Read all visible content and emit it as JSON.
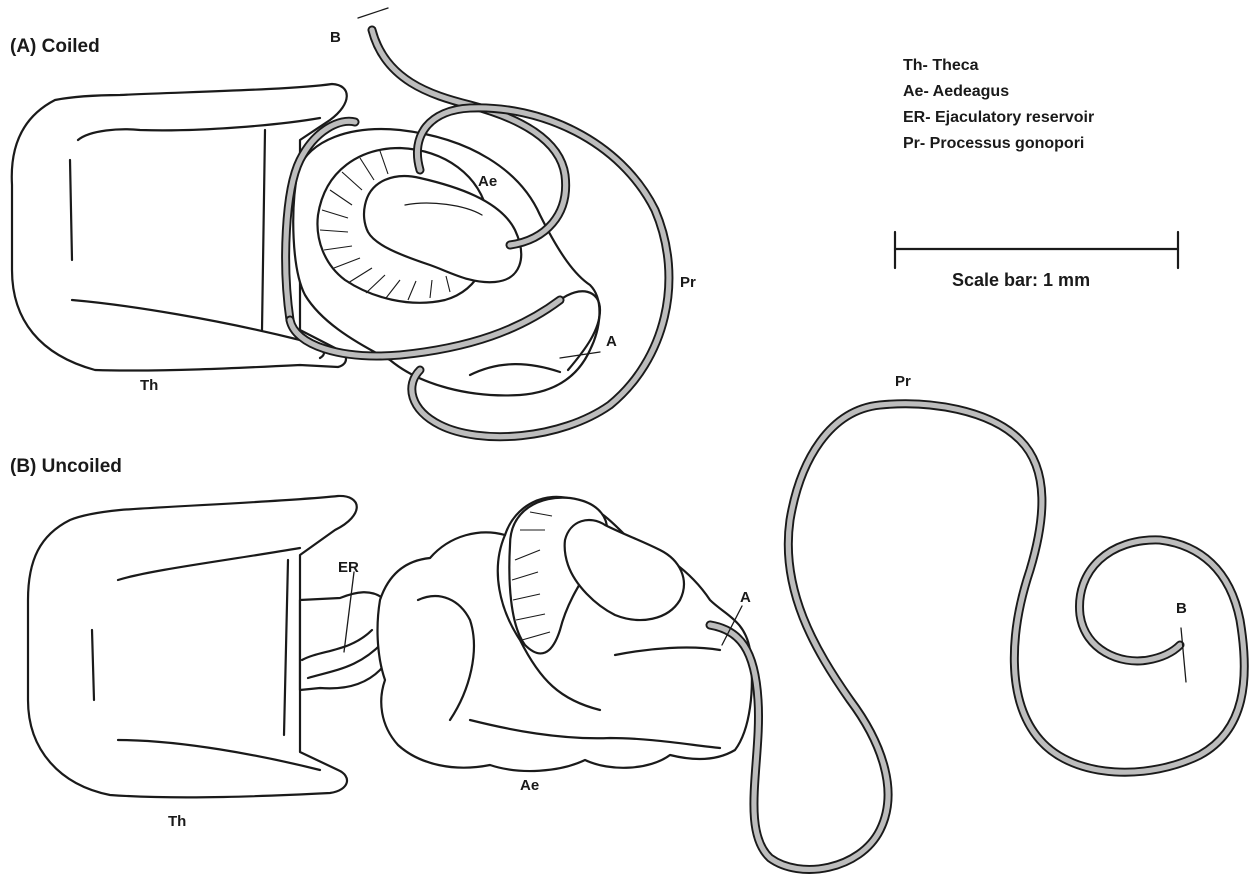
{
  "panels": {
    "coiled": {
      "label": "(A) Coiled",
      "labels": {
        "theca": "Th",
        "aedeagus": "Ae",
        "processus": "Pr",
        "point_a": "A",
        "point_b": "B"
      }
    },
    "uncoiled": {
      "label": "(B) Uncoiled",
      "labels": {
        "theca": "Th",
        "aedeagus": "Ae",
        "reservoir": "ER",
        "processus": "Pr",
        "point_a": "A",
        "point_b": "B"
      }
    }
  },
  "legend": [
    "Th- Theca",
    "Ae- Aedeagus",
    "ER- Ejaculatory reservoir",
    "Pr- Processus gonopori"
  ],
  "scale_bar": {
    "label": "Scale bar: 1 mm"
  }
}
